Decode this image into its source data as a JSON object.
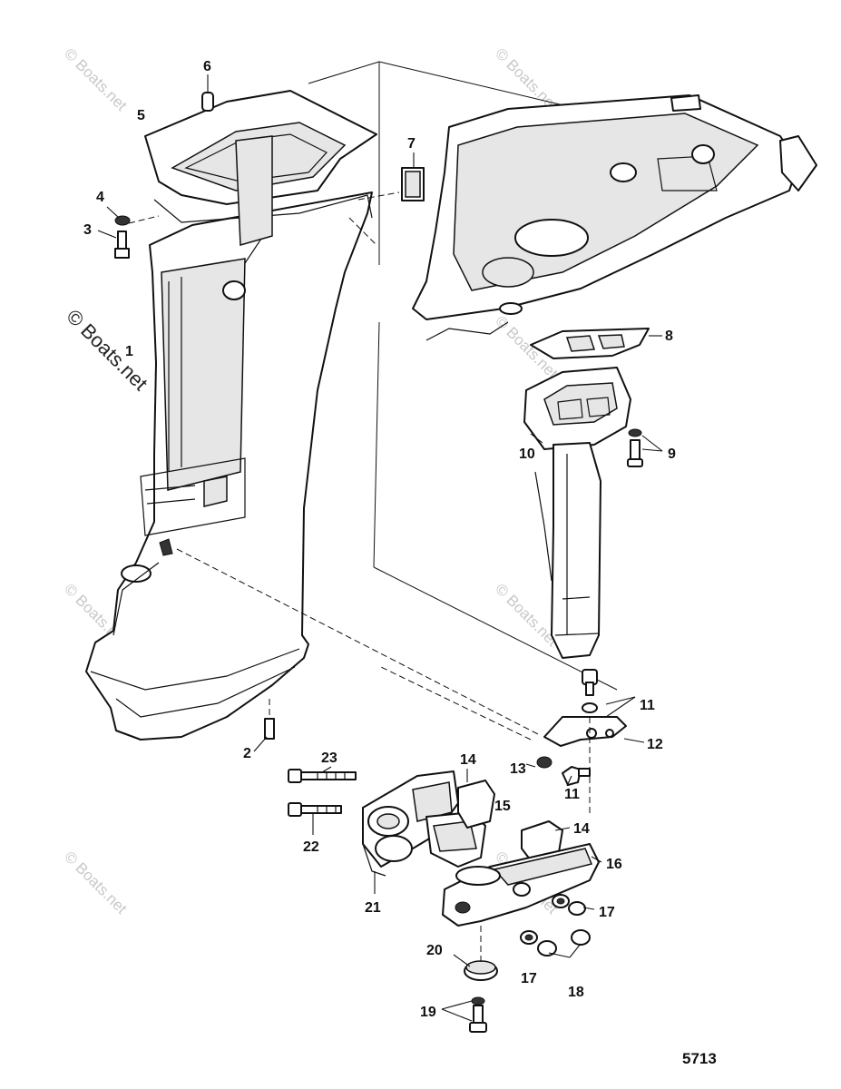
{
  "diagram": {
    "code": "5713",
    "watermark": "© Boats.net",
    "callouts": [
      "1",
      "2",
      "3",
      "4",
      "5",
      "6",
      "7",
      "8",
      "9",
      "10",
      "11",
      "11",
      "12",
      "13",
      "14",
      "14",
      "15",
      "16",
      "17",
      "17",
      "18",
      "19",
      "20",
      "21",
      "22",
      "23"
    ]
  }
}
